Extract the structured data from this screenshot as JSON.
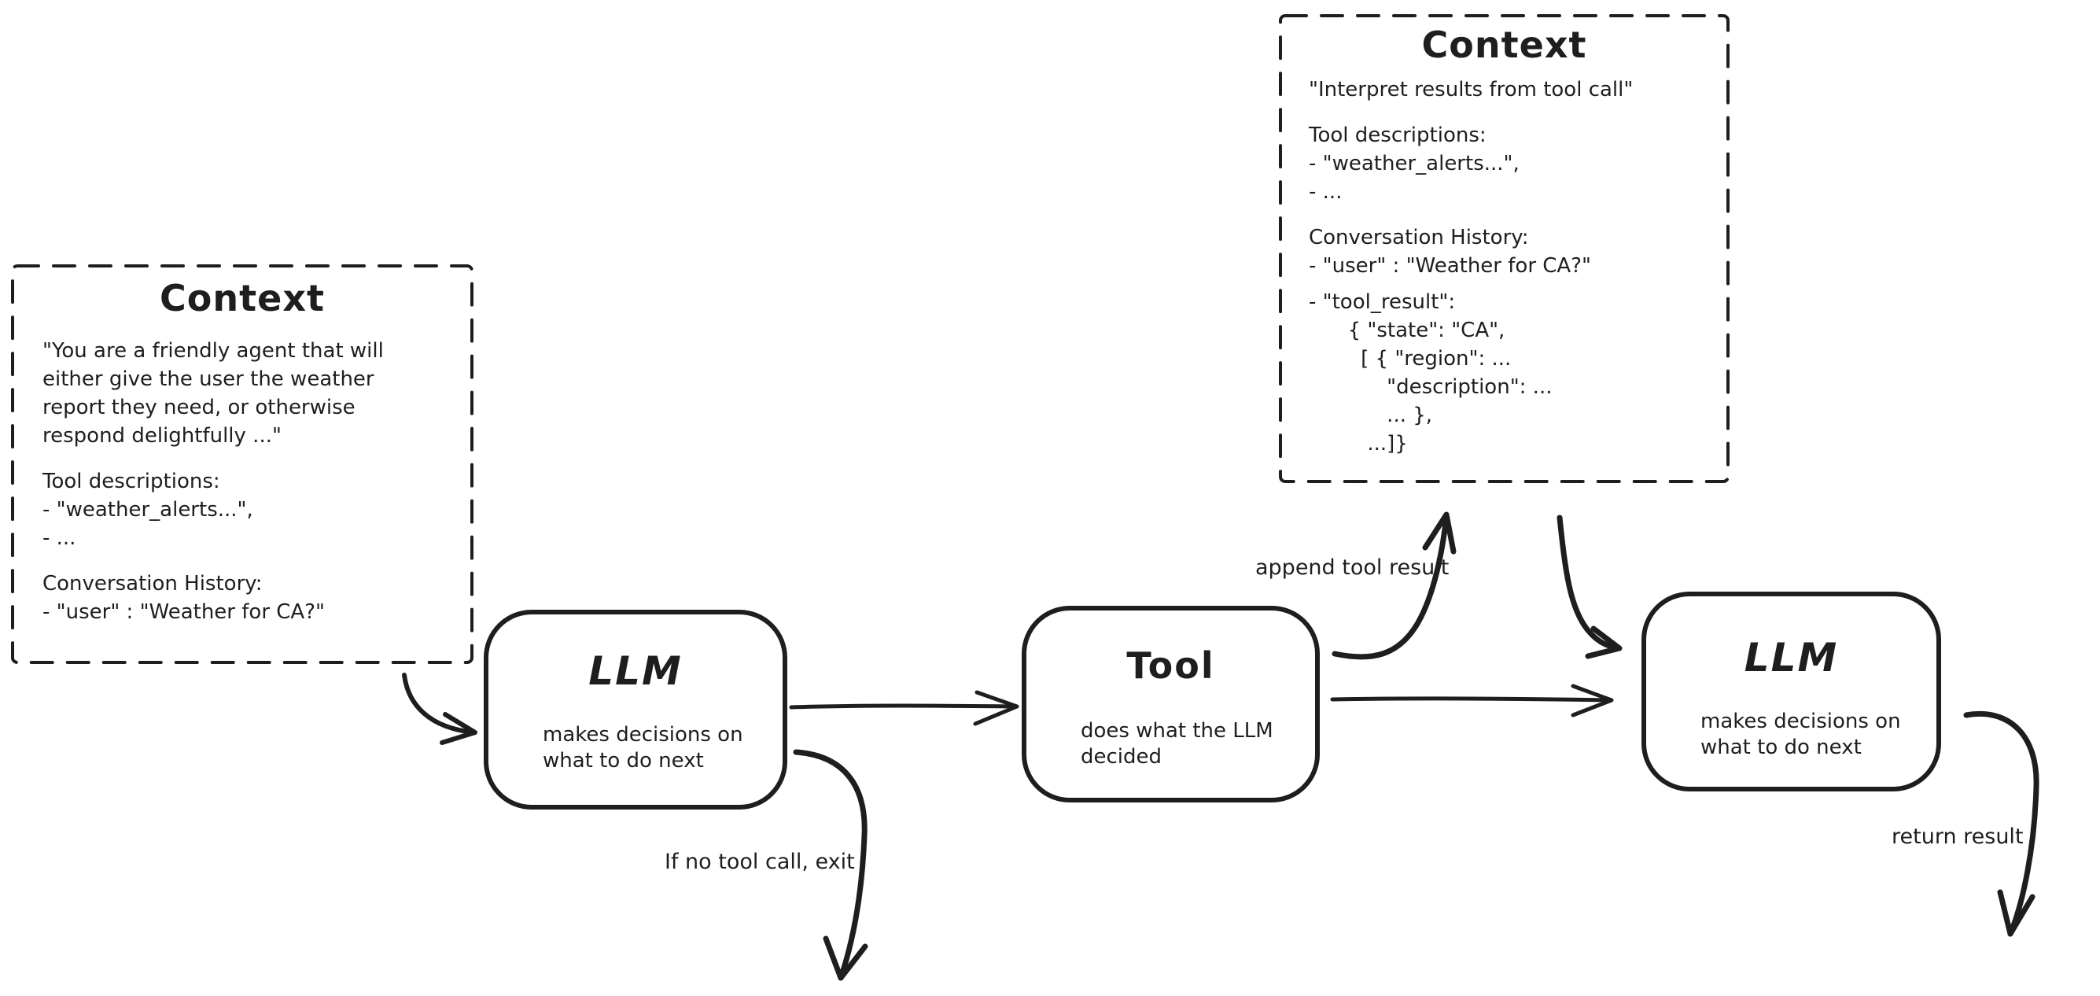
{
  "colors": {
    "ink": "#1e1e1e",
    "background": "#ffffff"
  },
  "context1": {
    "title": "Context",
    "system_prompt": "\"You are a friendly agent that will\neither give the user the weather\nreport they need, or otherwise\nrespond delightfully ...\"",
    "tools_heading": "Tool descriptions:",
    "tools": "- \"weather_alerts...\",\n- ...",
    "history_heading": "Conversation History:",
    "history": "- \"user\" : \"Weather for CA?\""
  },
  "context2": {
    "title": "Context",
    "instruction": "\"Interpret results from tool call\"",
    "tools_heading": "Tool descriptions:",
    "tools": "- \"weather_alerts...\",\n- ...",
    "history_heading": "Conversation History:",
    "history": "- \"user\" : \"Weather for CA?\"",
    "tool_result": "- \"tool_result\":\n      { \"state\": \"CA\",\n        [ { \"region\": ...\n            \"description\": ...\n            ... },\n         ...]}"
  },
  "nodes": {
    "llm1": {
      "title": "LLM",
      "desc": "makes decisions on\nwhat to do next"
    },
    "tool": {
      "title": "Tool",
      "desc": "does what the LLM\ndecided"
    },
    "llm2": {
      "title": "LLM",
      "desc": "makes decisions on\nwhat to do next"
    }
  },
  "labels": {
    "append_tool_result": "append tool result",
    "if_no_tool_call_exit": "If no tool call, exit",
    "return_result": "return result"
  }
}
